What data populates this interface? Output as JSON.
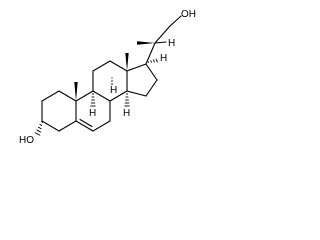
{
  "molecule": {
    "labels": {
      "hydroxyl_ring": "HO",
      "hydroxyl_chain": "OH",
      "stereo_h": "H"
    },
    "colors": {
      "bond": "#000000",
      "background": "#ffffff"
    }
  }
}
